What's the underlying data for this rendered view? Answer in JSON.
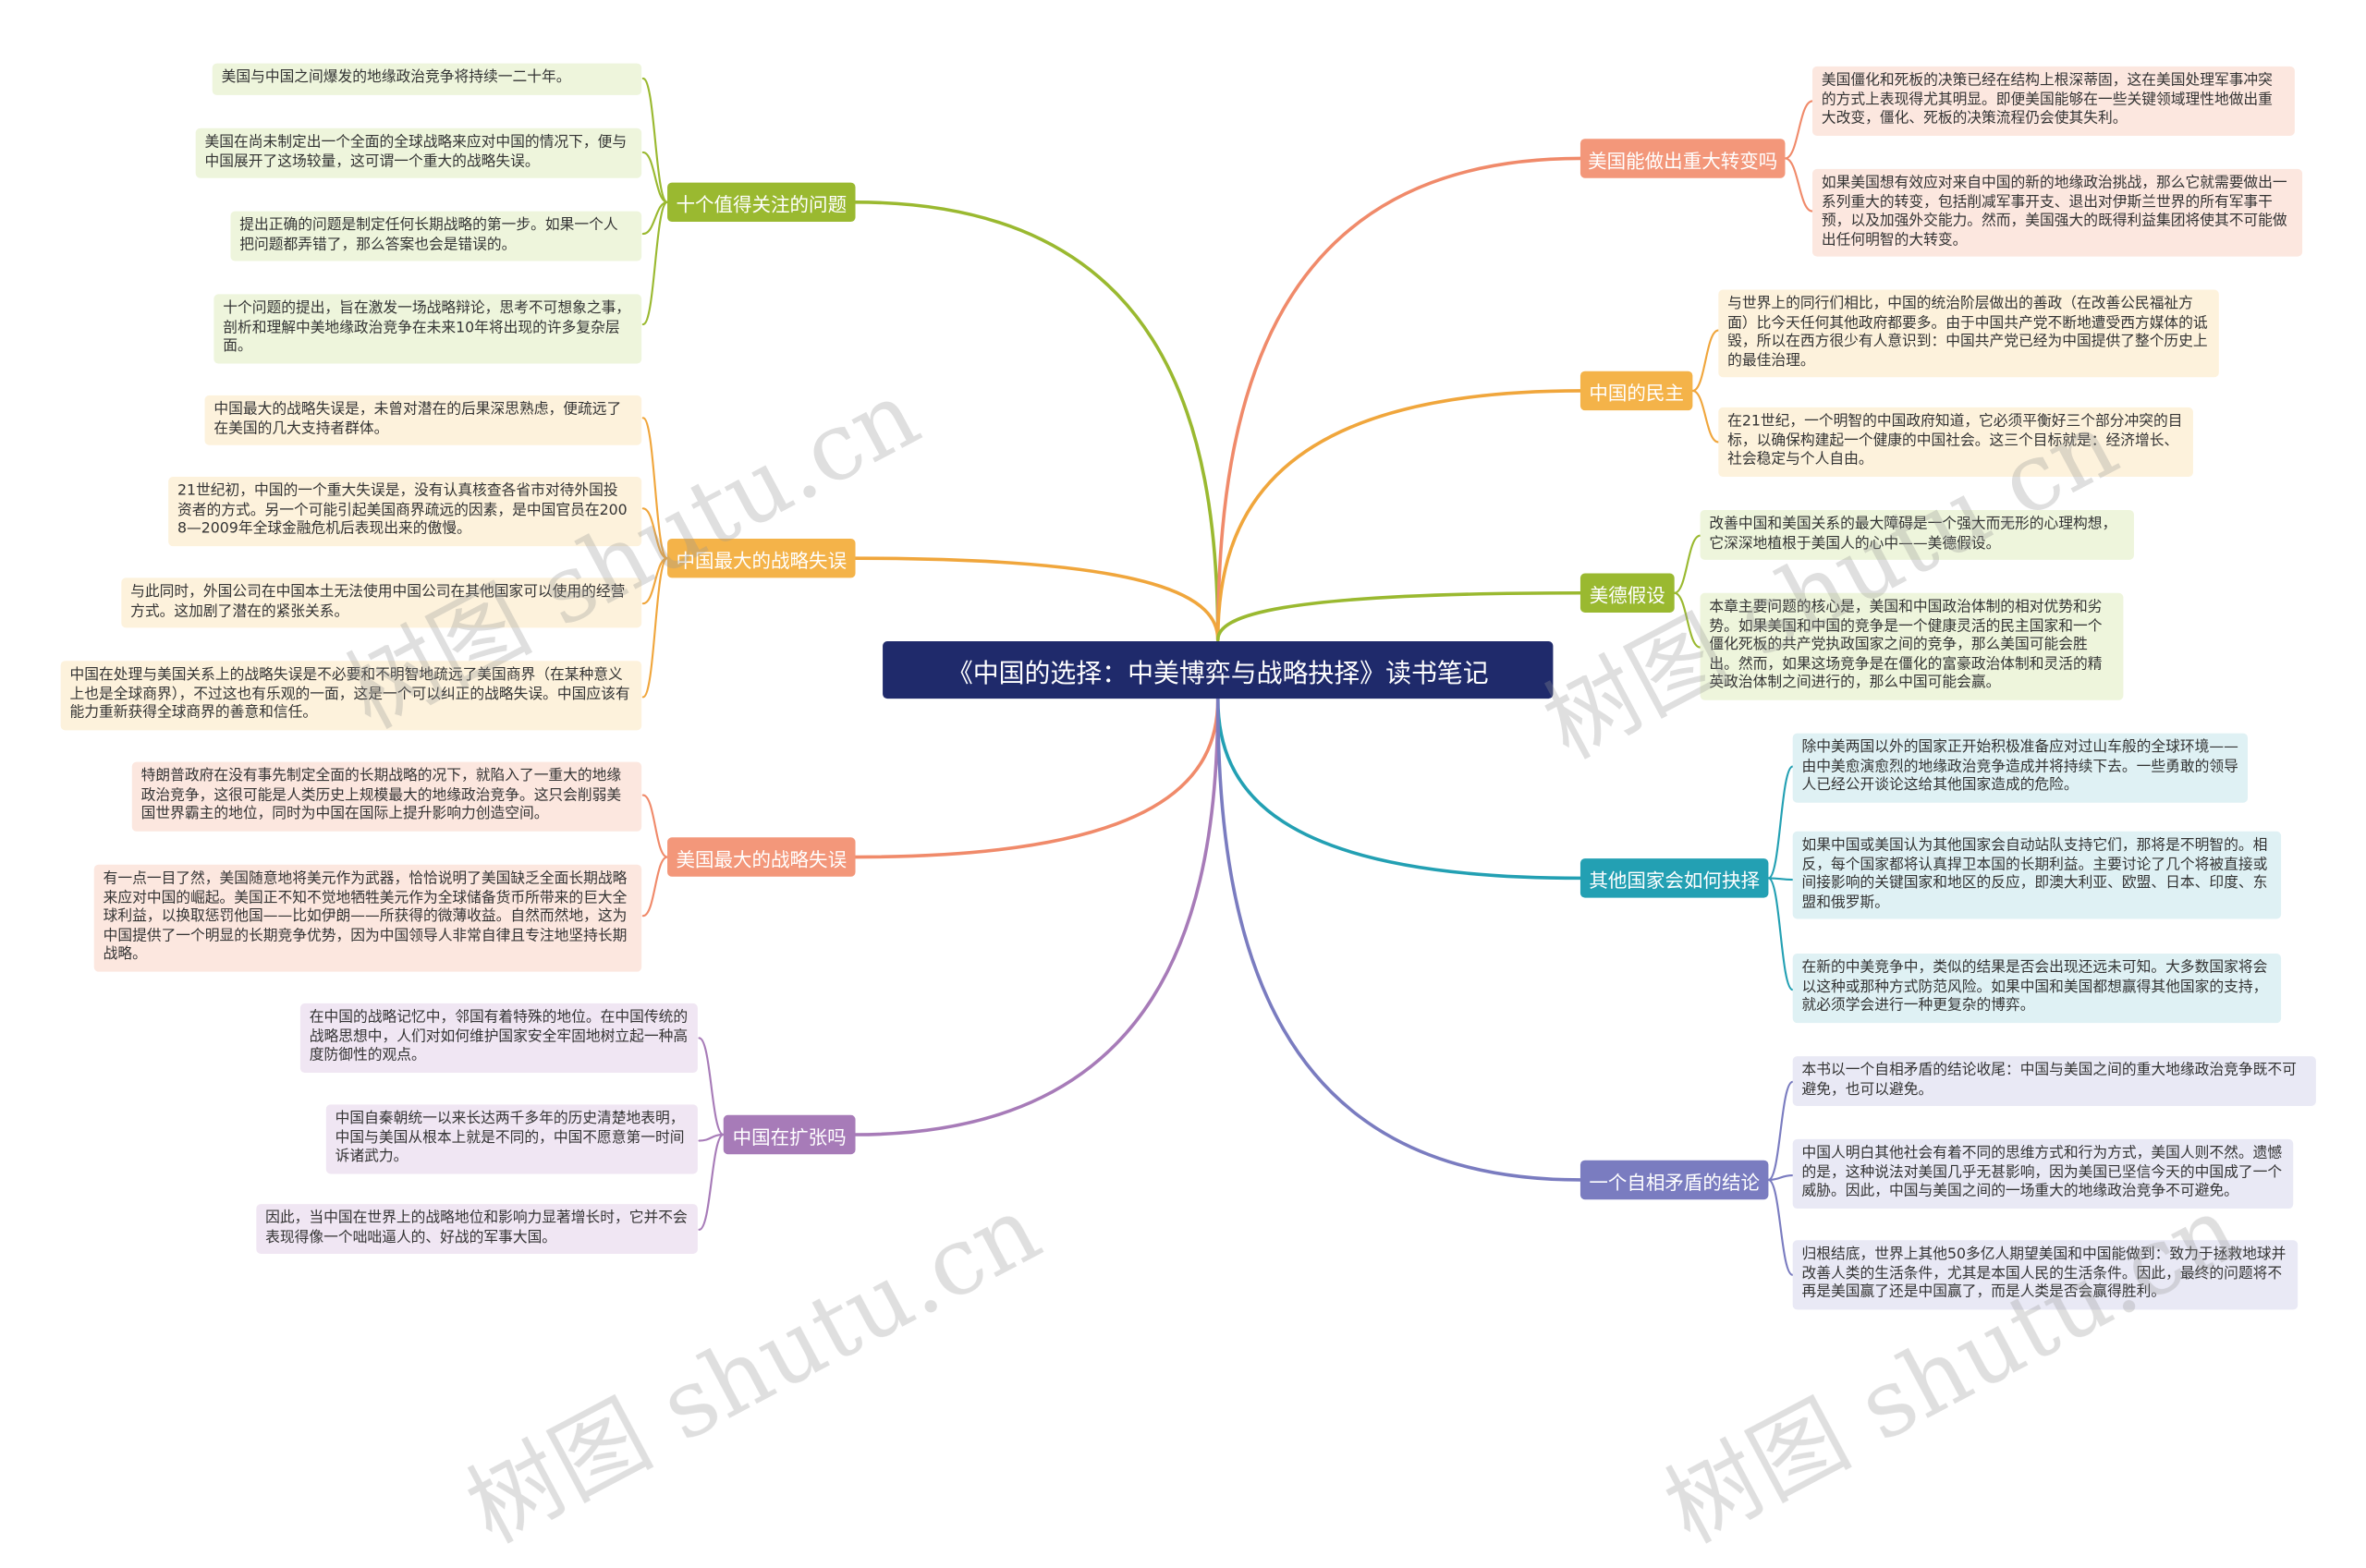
{
  "root": "《中国的选择：中美博弈与战略抉择》读书笔记",
  "watermark": "树图 shutu.cn",
  "colors": {
    "root": "#1f2a6b",
    "green": "#9ab930",
    "orange": "#f0a63c",
    "salmon": "#f08a6a",
    "purple": "#a77bb8",
    "teal": "#23a0b3",
    "slate": "#7a7cc0"
  },
  "branches": {
    "b1": {
      "label": "十个值得关注的问题",
      "leaves": [
        "美国与中国之间爆发的地缘政治竞争将持续一二十年。",
        "美国在尚未制定出一个全面的全球战略来应对中国的情况下，便与中国展开了这场较量，这可谓一个重大的战略失误。",
        "提出正确的问题是制定任何长期战略的第一步。如果一个人把问题都弄错了，那么答案也会是错误的。",
        "十个问题的提出，旨在激发一场战略辩论，思考不可想象之事，剖析和理解中美地缘政治竞争在未来10年将出现的许多复杂层面。"
      ]
    },
    "b2": {
      "label": "中国最大的战略失误",
      "leaves": [
        "中国最大的战略失误是，未曾对潜在的后果深思熟虑，便疏远了在美国的几大支持者群体。",
        "21世纪初，中国的一个重大失误是，没有认真核查各省市对待外国投资者的方式。另一个可能引起美国商界疏远的因素，是中国官员在2008—2009年全球金融危机后表现出来的傲慢。",
        "与此同时，外国公司在中国本土无法使用中国公司在其他国家可以使用的经营方式。这加剧了潜在的紧张关系。",
        "中国在处理与美国关系上的战略失误是不必要和不明智地疏远了美国商界（在某种意义上也是全球商界），不过这也有乐观的一面，这是一个可以纠正的战略失误。中国应该有能力重新获得全球商界的善意和信任。"
      ]
    },
    "b3": {
      "label": "美国最大的战略失误",
      "leaves": [
        "特朗普政府在没有事先制定全面的长期战略的况下，就陷入了一重大的地缘政治竞争，这很可能是人类历史上规模最大的地缘政治竞争。这只会削弱美国世界霸主的地位，同时为中国在国际上提升影响力创造空间。",
        "有一点一目了然，美国随意地将美元作为武器，恰恰说明了美国缺乏全面长期战略来应对中国的崛起。美国正不知不觉地牺牲美元作为全球储备货币所带来的巨大全球利益，以换取惩罚他国——比如伊朗——所获得的微薄收益。自然而然地，这为中国提供了一个明显的长期竞争优势，因为中国领导人非常自律且专注地坚持长期战略。"
      ]
    },
    "b4": {
      "label": "中国在扩张吗",
      "leaves": [
        "在中国的战略记忆中，邻国有着特殊的地位。在中国传统的战略思想中，人们对如何维护国家安全牢固地树立起一种高度防御性的观点。",
        "中国自秦朝统一以来长达两千多年的历史清楚地表明，中国与美国从根本上就是不同的，中国不愿意第一时间诉诸武力。",
        "因此，当中国在世界上的战略地位和影响力显著增长时，它并不会表现得像一个咄咄逼人的、好战的军事大国。"
      ]
    },
    "b5": {
      "label": "美国能做出重大转变吗",
      "leaves": [
        "美国僵化和死板的决策已经在结构上根深蒂固，这在美国处理军事冲突的方式上表现得尤其明显。即便美国能够在一些关键领域理性地做出重大改变，僵化、死板的决策流程仍会使其失利。",
        "如果美国想有效应对来自中国的新的地缘政治挑战，那么它就需要做出一系列重大的转变，包括削减军事开支、退出对伊斯兰世界的所有军事干预，以及加强外交能力。然而，美国强大的既得利益集团将使其不可能做出任何明智的大转变。"
      ]
    },
    "b6": {
      "label": "中国的民主",
      "leaves": [
        "与世界上的同行们相比，中国的统治阶层做出的善政（在改善公民福祉方面）比今天任何其他政府都要多。由于中国共产党不断地遭受西方媒体的诋毁，所以在西方很少有人意识到：中国共产党已经为中国提供了整个历史上的最佳治理。",
        "在21世纪，一个明智的中国政府知道，它必须平衡好三个部分冲突的目标，以确保构建起一个健康的中国社会。这三个目标就是：经济增长、社会稳定与个人自由。"
      ]
    },
    "b7": {
      "label": "美德假设",
      "leaves": [
        "改善中国和美国关系的最大障碍是一个强大而无形的心理构想，它深深地植根于美国人的心中——美德假设。",
        "本章主要问题的核心是，美国和中国政治体制的相对优势和劣势。如果美国和中国的竞争是一个健康灵活的民主国家和一个僵化死板的共产党执政国家之间的竞争，那么美国可能会胜出。然而，如果这场竞争是在僵化的富豪政治体制和灵活的精英政治体制之间进行的，那么中国可能会赢。"
      ]
    },
    "b8": {
      "label": "其他国家会如何抉择",
      "leaves": [
        "除中美两国以外的国家正开始积极准备应对过山车般的全球环境——由中美愈演愈烈的地缘政治竞争造成并将持续下去。一些勇敢的领导人已经公开谈论这给其他国家造成的危险。",
        "如果中国或美国认为其他国家会自动站队支持它们，那将是不明智的。相反，每个国家都将认真捍卫本国的长期利益。主要讨论了几个将被直接或间接影响的关键国家和地区的反应，即澳大利亚、欧盟、日本、印度、东盟和俄罗斯。",
        "在新的中美竞争中，类似的结果是否会出现还远未可知。大多数国家将会以这种或那种方式防范风险。如果中国和美国都想赢得其他国家的支持，就必须学会进行一种更复杂的博弈。"
      ]
    },
    "b9": {
      "label": "一个自相矛盾的结论",
      "leaves": [
        "本书以一个自相矛盾的结论收尾：中国与美国之间的重大地缘政治竞争既不可避免，也可以避免。",
        "中国人明白其他社会有着不同的思维方式和行为方式，美国人则不然。遗憾的是，这种说法对美国几乎无甚影响，因为美国已坚信今天的中国成了一个威胁。因此，中国与美国之间的一场重大的地缘政治竞争不可避免。",
        "归根结底，世界上其他50多亿人期望美国和中国能做到：致力于拯救地球并改善人类的生活条件，尤其是本国人民的生活条件。因此，最终的问题将不再是美国赢了还是中国赢了，而是人类是否会赢得胜利。"
      ]
    }
  }
}
